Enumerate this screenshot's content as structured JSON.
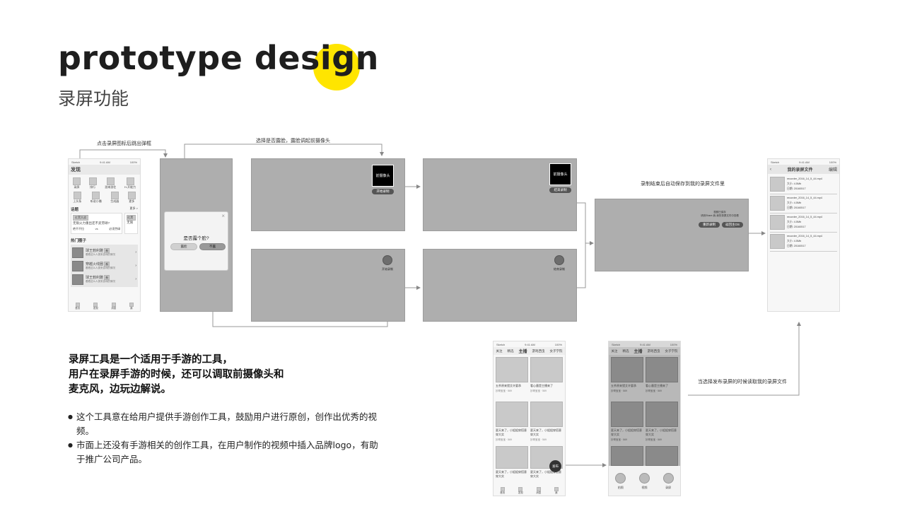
{
  "heading": {
    "title": "prototype design",
    "subtitle": "录屏功能"
  },
  "description": {
    "main_lines": [
      "录屏工具是一个适用于手游的工具，",
      "用户在录屏手游的时候，还可以调取前摄像头和",
      "麦克风，边玩边解说。"
    ],
    "bullets": [
      "这个工具意在给用户提供手游创作工具，鼓励用户进行原创，创作出优秀的视频。",
      "市面上还没有手游相关的创作工具，在用户制作的视频中插入品牌logo，有助于推广公司产品。"
    ]
  },
  "captions": {
    "popup": "点击录屏图标后跳出弹框",
    "camera": "选择是否露脸，露脸调起前摄像头",
    "autosave": "录制结束后自动保存到我的录屏文件里",
    "publish": "当选择发布录屏的时候读取我的录屏文件"
  },
  "home_phone": {
    "status_left": "Sketch",
    "status_time": "9:41 AM",
    "status_right": "100%",
    "title": "发现",
    "icons_row1": [
      "录屏",
      "排行",
      "游来游往",
      "H-开能力"
    ],
    "icons_row2": [
      "上头条",
      "听说小播",
      "生成器",
      "更多"
    ],
    "topic_label": "话题",
    "topic_more": "更多 >",
    "topic_tag": "红黑大战",
    "topic_title": "无限火力重出还不卖劳碌?",
    "topic_left": "绝不不拉",
    "topic_vs": "vs",
    "topic_right": "必须劳碌",
    "topic_tag2": "红黑",
    "topic_title2": "无限",
    "hot_label": "热门圈子",
    "circles": [
      {
        "name": "球王勃利雅",
        "badge": "新",
        "desc": "看看这么人类来游戏的情况"
      },
      {
        "name": "穿越火线圈",
        "badge": "新",
        "desc": "看看这么人类来游戏的情况"
      },
      {
        "name": "球王勃利雅",
        "badge": "新",
        "desc": "看看这么人类来游戏的情况"
      }
    ],
    "tabs": [
      "首页",
      "发现",
      "消息",
      "我"
    ]
  },
  "dialog": {
    "question": "是否露个脸?",
    "yes": "露脸",
    "no": "不露",
    "close": "×"
  },
  "record_screens": {
    "cam_label_a": "前摄像头",
    "start_pill": "开始录制",
    "cam_label_b": "前摄像头",
    "end_pill": "结束录制",
    "start_circle_label": "开始录制",
    "end_circle_label": "结束录制"
  },
  "save_screen": {
    "line1": "视频已保存",
    "line2": "请到Share-我-我的录屏文件中查看",
    "btn_left": "重新录制",
    "btn_right": "返回主OS"
  },
  "files_phone": {
    "status_left": "Sketch",
    "status_time": "9:41 AM",
    "status_right": "100%",
    "back": "‹",
    "title": "我的录屏文件",
    "edit": "编辑",
    "files": [
      {
        "name": "recorder_2016_14_5_44.mp4",
        "size": "大小: 4.5Mb",
        "date": "日期: 20160517"
      },
      {
        "name": "recorder_2016_14_5_44.mp4",
        "size": "大小: 4.5Mb",
        "date": "日期: 20160517"
      },
      {
        "name": "recorder_2016_14_5_44.mp4",
        "size": "大小: 4.5Mb",
        "date": "日期: 20160517"
      },
      {
        "name": "recorder_2016_14_5_44.mp4",
        "size": "大小: 4.5Mb",
        "date": "日期: 20160517"
      }
    ]
  },
  "feed_phone": {
    "status_left": "Sketch",
    "status_time": "9:41 AM",
    "status_right": "100%",
    "tabs": [
      "关注",
      "精选",
      "主播",
      "游戏西虫",
      "女子学院"
    ],
    "cards": [
      {
        "title": "五杀原来猎艾许要承",
        "author": "妙哥宝宝",
        "likes": "569"
      },
      {
        "title": "看心墨是主播来了",
        "author": "妙哥宝宝",
        "likes": "569"
      },
      {
        "title": "夏天来了，小姐姐穿搭意穿大实",
        "author": "妙哥宝宝",
        "likes": "569"
      },
      {
        "title": "夏天来了，小姐姐穿搭意穿大实",
        "author": "妙哥宝宝",
        "likes": "569"
      },
      {
        "title": "夏天来了，小姐姐穿搭意穿大实",
        "author": "",
        "likes": ""
      },
      {
        "title": "夏天来了，小姐姐穿搭意穿大实",
        "author": "",
        "likes": ""
      }
    ],
    "publish": "发布",
    "bottom_tabs": [
      "首页",
      "发现",
      "消息",
      "我"
    ]
  },
  "feed_overlay": {
    "actions": [
      "拍照",
      "视频",
      "录屏"
    ]
  }
}
